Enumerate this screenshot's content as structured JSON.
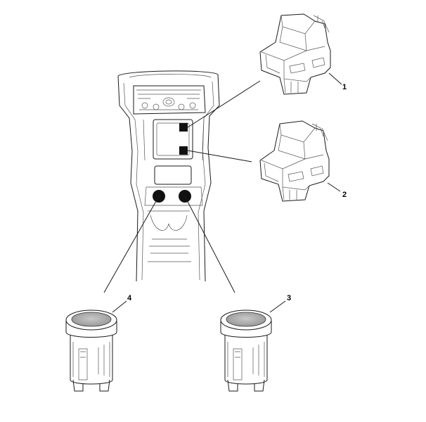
{
  "diagram": {
    "callouts": [
      {
        "number": "1",
        "part": "switch"
      },
      {
        "number": "2",
        "part": "switch"
      },
      {
        "number": "3",
        "part": "button"
      },
      {
        "number": "4",
        "part": "button"
      }
    ]
  },
  "colors": {
    "line": "#1a1a1a",
    "cap_fill": "#b5b5b5",
    "marker_fill": "#111111",
    "background": "#ffffff"
  }
}
